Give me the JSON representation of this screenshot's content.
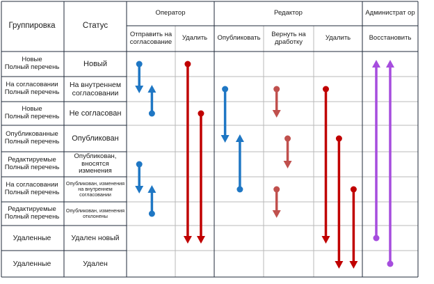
{
  "header": {
    "grouping": "Группировка",
    "status": "Статус",
    "operator": "Оператор",
    "editor": "Редактор",
    "admin": "Администрат ор",
    "actions": {
      "op_send": "Отправить на согласование",
      "op_delete": "Удалить",
      "ed_publish": "Опубликовать",
      "ed_return": "Вернуть на дработку",
      "ed_delete": "Удалить",
      "ad_restore": "Восстановить"
    }
  },
  "rows": [
    {
      "group": "Новые\nПолный перечень",
      "status": "Новый"
    },
    {
      "group": "На согласовании\nПолный перечень",
      "status": "На внутреннем\nсогласовании"
    },
    {
      "group": "Новые\nПолный перечень",
      "status": "Не согласован"
    },
    {
      "group": "Опубликованные\nПолный перечень",
      "status": "Опубликован"
    },
    {
      "group": "Редактируемые\nПолный перечень",
      "status": "Опубликован,\nвносятся\nизменения"
    },
    {
      "group": "На согласовании\nПолный перечень",
      "status": "Опубликован, изменения\nна внутреннем\nсогласовании"
    },
    {
      "group": "Редактируемые\nПолный перечень",
      "status": "Опубликован, изменения\nотклонены"
    },
    {
      "group": "Удаленные",
      "status": "Удален новый"
    },
    {
      "group": "Удаленные",
      "status": "Удален"
    }
  ],
  "colors": {
    "send": "#1f77c4",
    "delete": "#c00000",
    "return": "#c0504d",
    "restore": "#a64dde",
    "grid": "#1f2a3a",
    "grid_light": "#b8b8b8"
  },
  "transitions": [
    {
      "name": "send-new",
      "column": "op_send",
      "from": 0,
      "to": 1,
      "color": "send"
    },
    {
      "name": "send-return",
      "column": "op_send",
      "from": 2,
      "to": 1,
      "color": "send"
    },
    {
      "name": "send-edit",
      "column": "op_send",
      "from": 4,
      "to": 5,
      "color": "send"
    },
    {
      "name": "send-edit-return",
      "column": "op_send",
      "from": 6,
      "to": 5,
      "color": "send"
    },
    {
      "name": "op-delete-new",
      "column": "op_delete",
      "from": 0,
      "to": 7,
      "color": "delete"
    },
    {
      "name": "op-delete-rejected",
      "column": "op_delete",
      "from": 2,
      "to": 7,
      "color": "delete"
    },
    {
      "name": "ed-publish-new",
      "column": "ed_publish",
      "from": 1,
      "to": 3,
      "color": "send"
    },
    {
      "name": "ed-publish-edit",
      "column": "ed_publish",
      "from": 5,
      "to": 3,
      "color": "send"
    },
    {
      "name": "ed-return-new",
      "column": "ed_return",
      "from": 1,
      "to": 2,
      "color": "return"
    },
    {
      "name": "ed-return-published",
      "column": "ed_return",
      "from": 3,
      "to": 4,
      "color": "return"
    },
    {
      "name": "ed-return-edit",
      "column": "ed_return",
      "from": 5,
      "to": 6,
      "color": "return"
    },
    {
      "name": "ed-delete-new",
      "column": "ed_delete",
      "from": 1,
      "to": 7,
      "color": "delete"
    },
    {
      "name": "ed-delete-published",
      "column": "ed_delete",
      "from": 3,
      "to": 8,
      "color": "delete"
    },
    {
      "name": "ed-delete-edit",
      "column": "ed_delete",
      "from": 5,
      "to": 8,
      "color": "delete"
    },
    {
      "name": "ad-restore-new",
      "column": "ad_restore",
      "from": 7,
      "to": 0,
      "color": "restore"
    },
    {
      "name": "ad-restore-published",
      "column": "ad_restore",
      "from": 8,
      "to": 0,
      "color": "restore"
    }
  ]
}
